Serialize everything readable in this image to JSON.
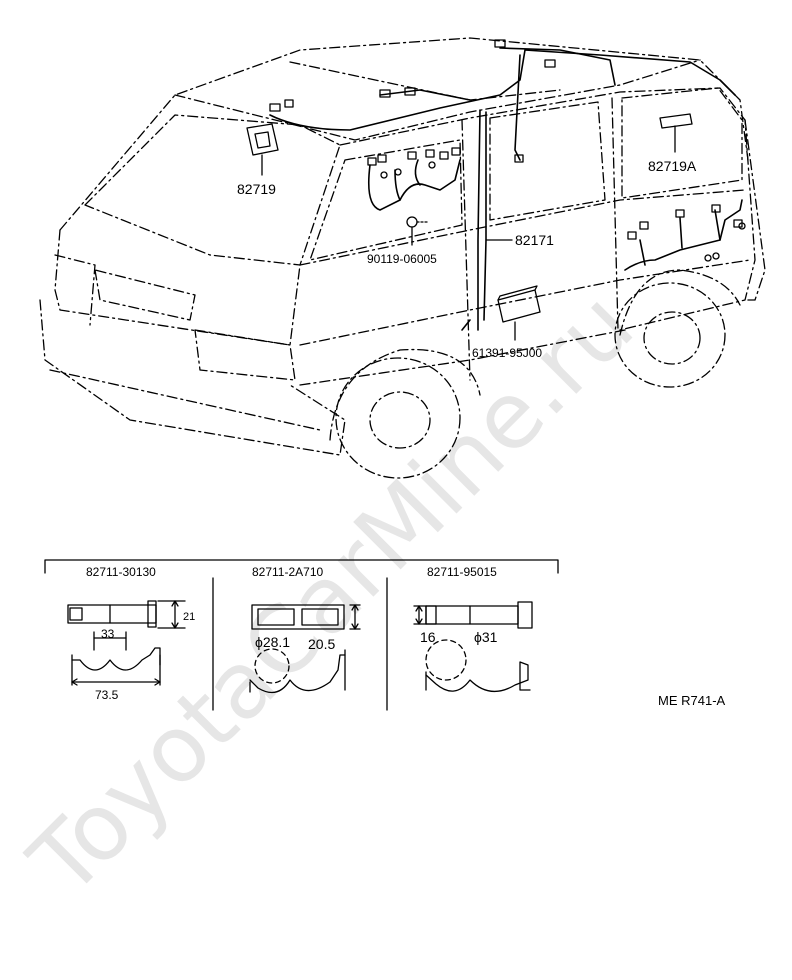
{
  "watermark": "ToyotaCarMine.ru",
  "figure_code": "ME R741-A",
  "callouts": {
    "wire_harness_clamp_a": "82719",
    "wire_harness_clamp_b": "82719A",
    "screw": "90119-06005",
    "wiring_harness": "82171",
    "protector": "61391-95J00"
  },
  "clamp_details": [
    {
      "part_no": "82711-30130",
      "dim_height": "21",
      "dim_inner": "33",
      "dim_width": "73.5"
    },
    {
      "part_no": "82711-2A710",
      "dim_diameter": "ϕ28.1",
      "dim_height": "20.5"
    },
    {
      "part_no": "82711-95015",
      "dim_height": "16",
      "dim_diameter": "ϕ31"
    }
  ]
}
